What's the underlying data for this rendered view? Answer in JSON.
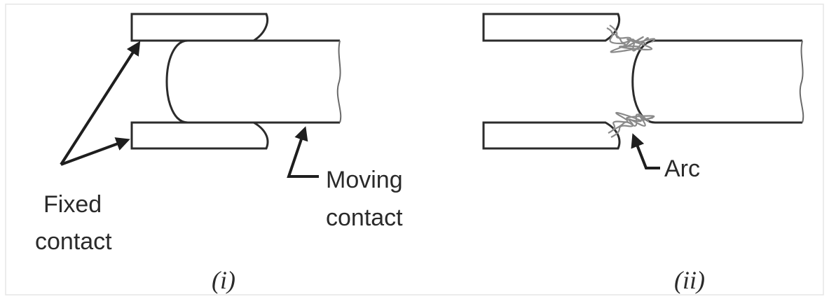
{
  "panel_i": {
    "fixed_contact_label_line1": "Fixed",
    "fixed_contact_label_line2": "contact",
    "moving_contact_label_line1": "Moving",
    "moving_contact_label_line2": "contact",
    "caption": "(i)"
  },
  "panel_ii": {
    "arc_label": "Arc",
    "caption": "(ii)"
  }
}
